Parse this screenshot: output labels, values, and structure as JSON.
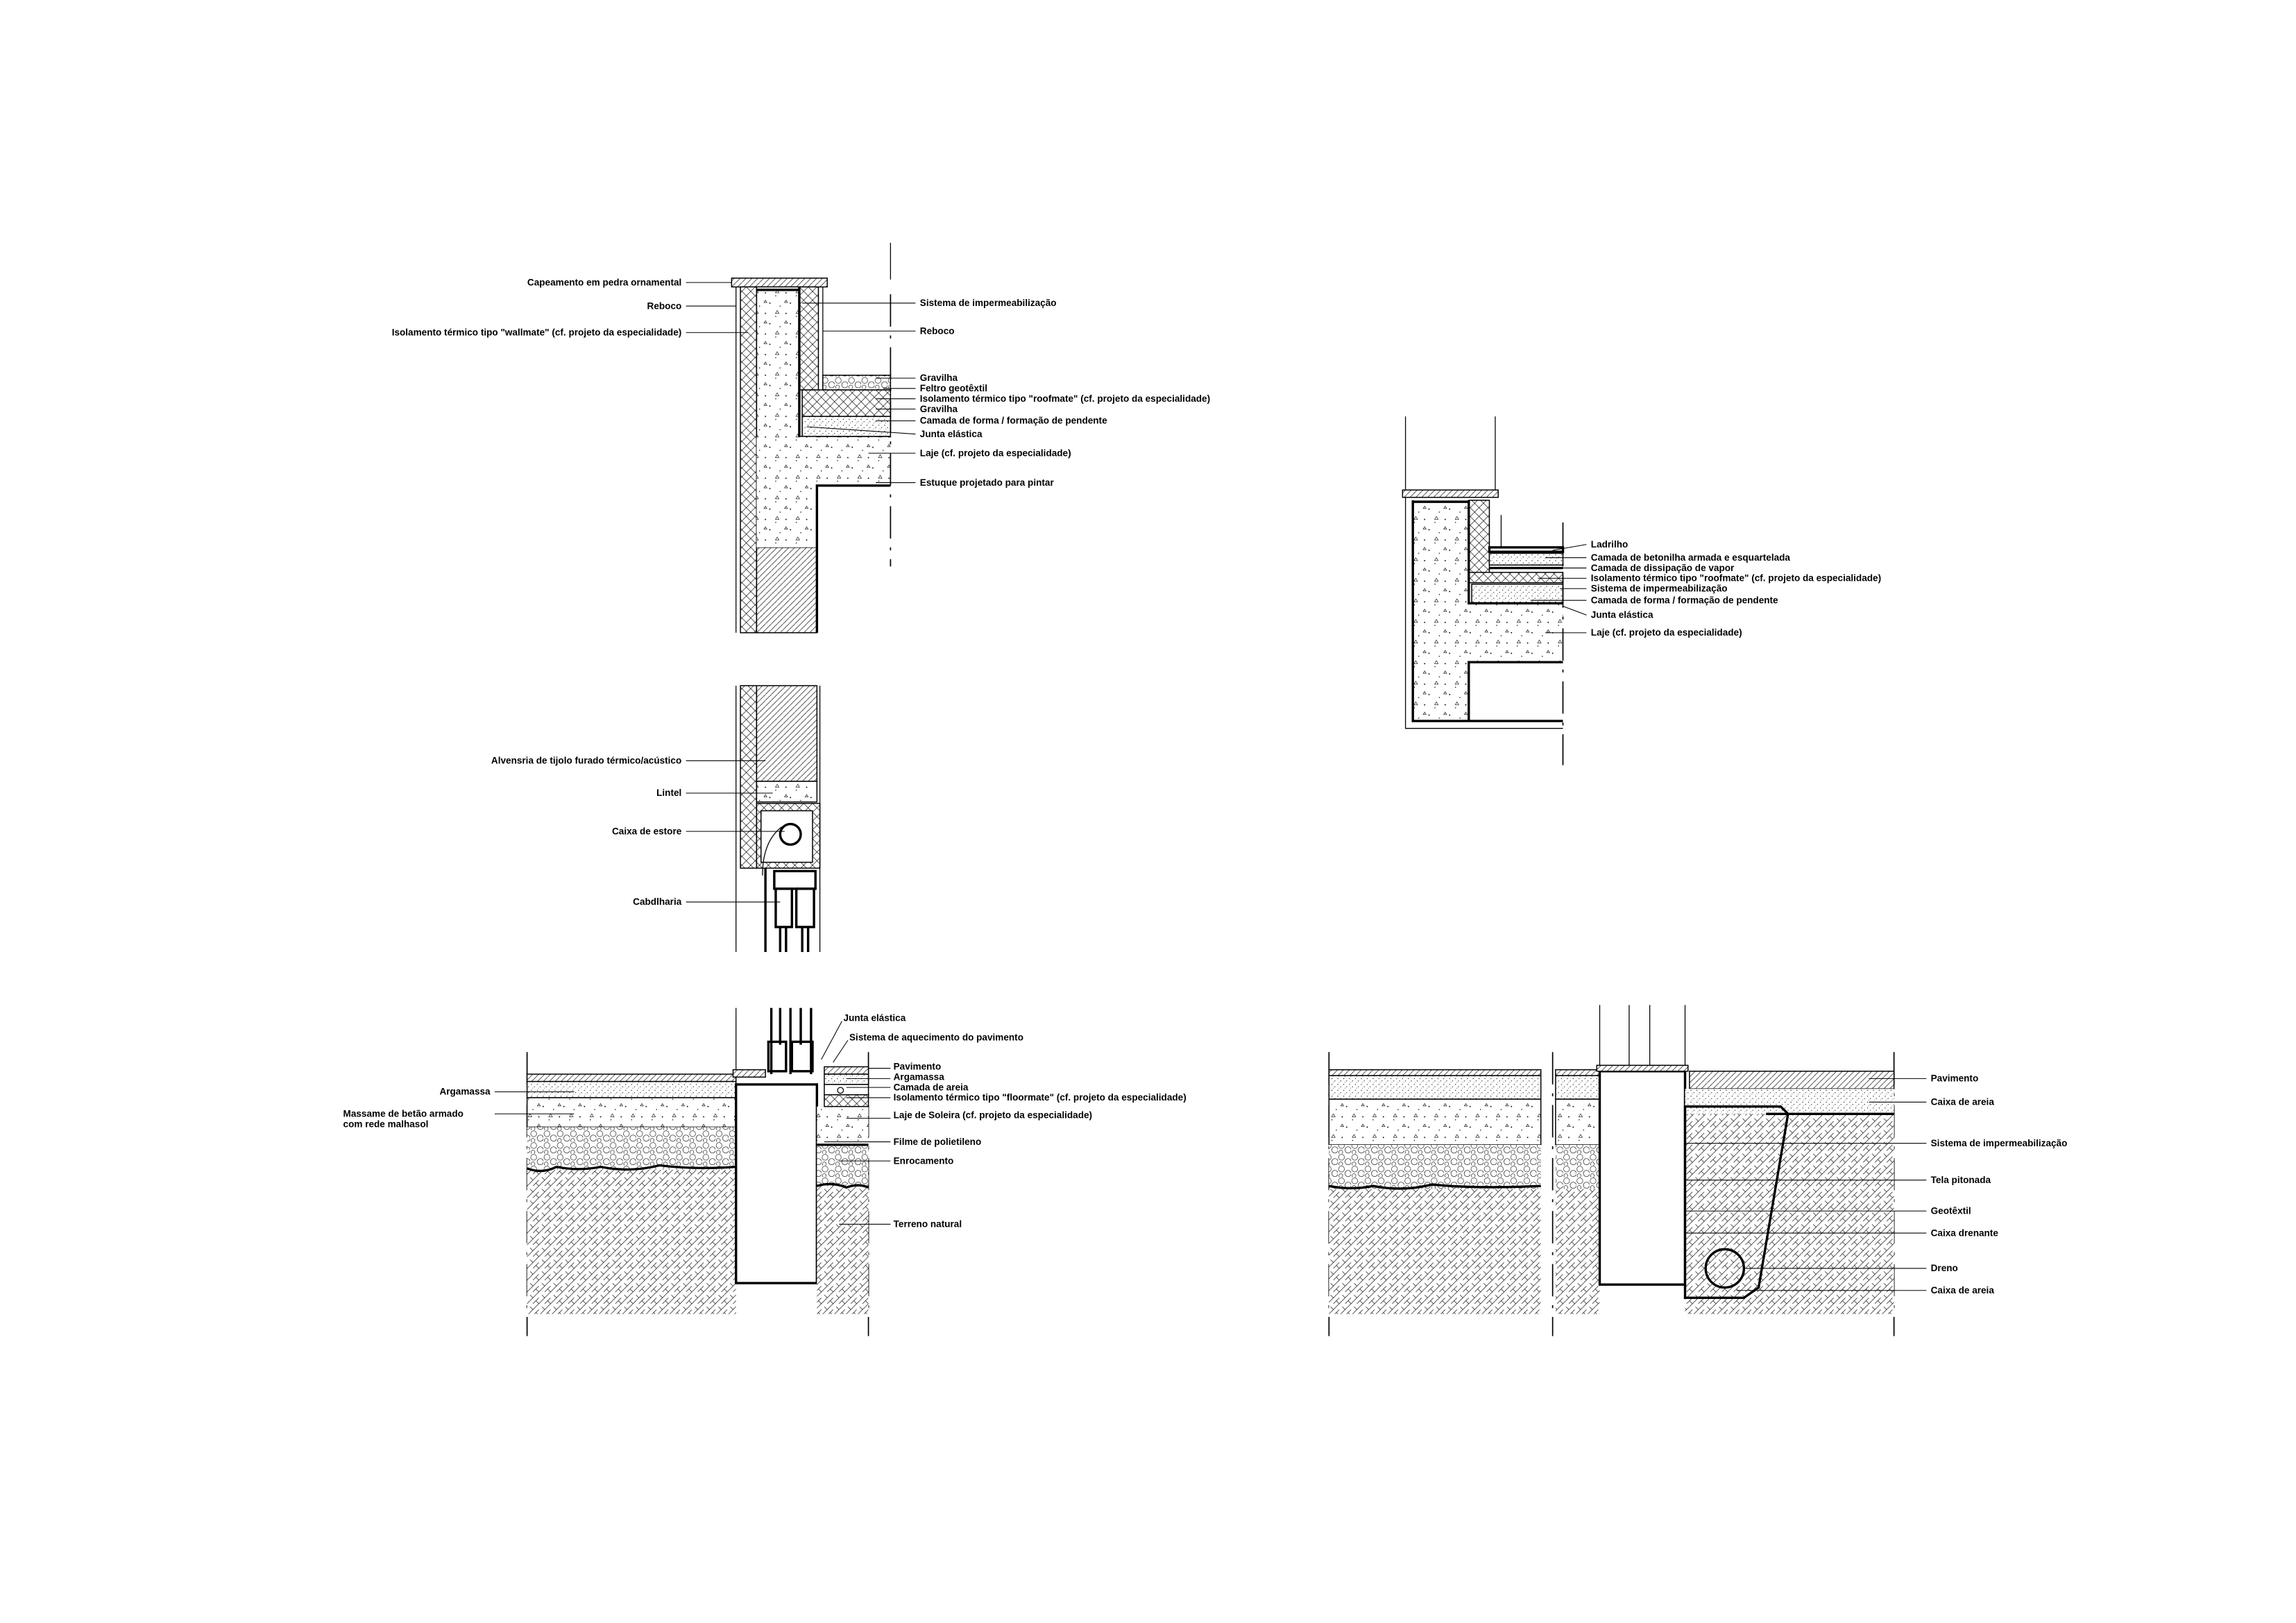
{
  "parapet_detail": {
    "left_labels": [
      "Capeamento em pedra ornamental",
      "Reboco",
      "Isolamento térmico tipo \"wallmate\" (cf. projeto da especialidade)"
    ],
    "right_labels": [
      "Sistema de impermeabilização",
      "Reboco",
      "Gravilha",
      "Feltro geotêxtil",
      "Isolamento térmico tipo \"roofmate\" (cf. projeto da especialidade)",
      "Gravilha",
      "Camada de forma / formação de pendente",
      "Junta elástica",
      "Laje (cf. projeto da especialidade)",
      "Estuque projetado para pintar"
    ]
  },
  "lintel_detail": {
    "left_labels": [
      "Alvensria de tijolo furado térmico/acústico",
      "Lintel",
      "Caixa de estore",
      "Cabdlharia"
    ]
  },
  "terrace_detail": {
    "right_labels": [
      "Ladrilho",
      "Camada de betonilha armada e esquartelada",
      "Camada de dissipação de vapor",
      "Isolamento térmico tipo \"roofmate\" (cf. projeto da especialidade)",
      "Sistema de impermeabilização",
      "Camada de forma / formação de pendente",
      "Junta elástica",
      "Laje (cf. projeto da especialidade)"
    ]
  },
  "ground_floor_detail": {
    "top_labels": [
      "Junta elástica",
      "Sistema de aquecimento do pavimento"
    ],
    "left_labels": [
      "Argamassa",
      "Massame de betão armado",
      "com rede malhasol"
    ],
    "right_labels": [
      "Pavimento",
      "Argamassa",
      "Camada de areia",
      "Isolamento térmico tipo \"floormate\" (cf. projeto da especialidade)",
      "Laje de Soleira (cf. projeto da especialidade)",
      "Filme de polietileno",
      "Enrocamento",
      "Terreno natural"
    ]
  },
  "drainage_detail": {
    "right_labels": [
      "Pavimento",
      "Caixa de areia",
      "Sistema de impermeabilização",
      "Tela pitonada",
      "Geotêxtil",
      "Caixa drenante",
      "Dreno",
      "Caixa de areia"
    ]
  }
}
